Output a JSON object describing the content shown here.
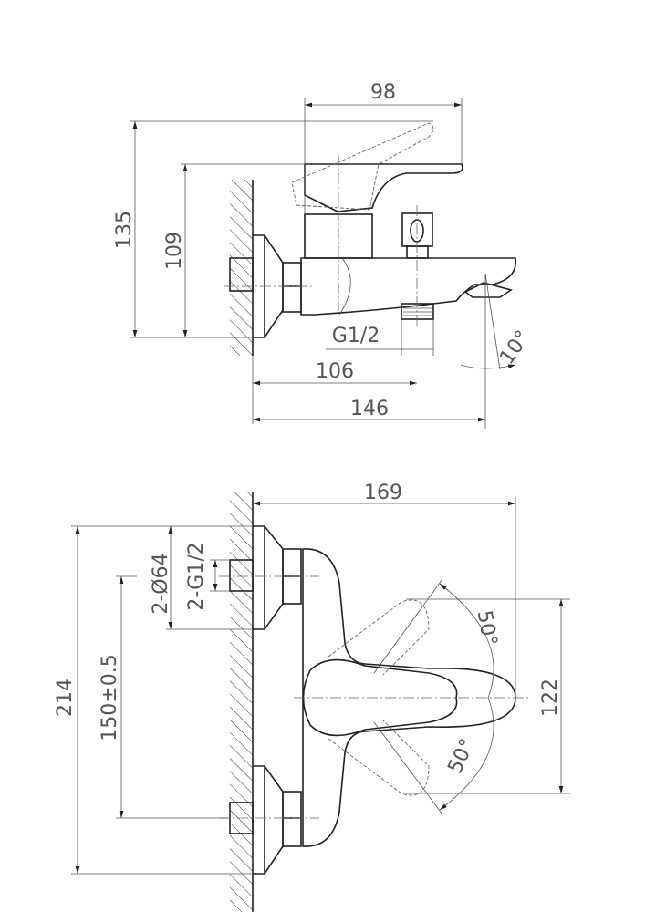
{
  "side_view": {
    "dim_width_top": "98",
    "dim_height_total": "135",
    "dim_height_handle": "109",
    "dim_outlet_thread": "G1/2",
    "dim_outlet_distance": "106",
    "dim_total_depth": "146",
    "dim_spout_angle": "10°"
  },
  "top_view": {
    "dim_depth": "169",
    "dim_height_total": "214",
    "dim_inlet_spacing": "150±0.5",
    "dim_flange_diameter": "2-Ø64",
    "dim_inlet_thread": "2-G1/2",
    "dim_handle_sweep": "122",
    "dim_angle_up": "50°",
    "dim_angle_down": "50°"
  }
}
